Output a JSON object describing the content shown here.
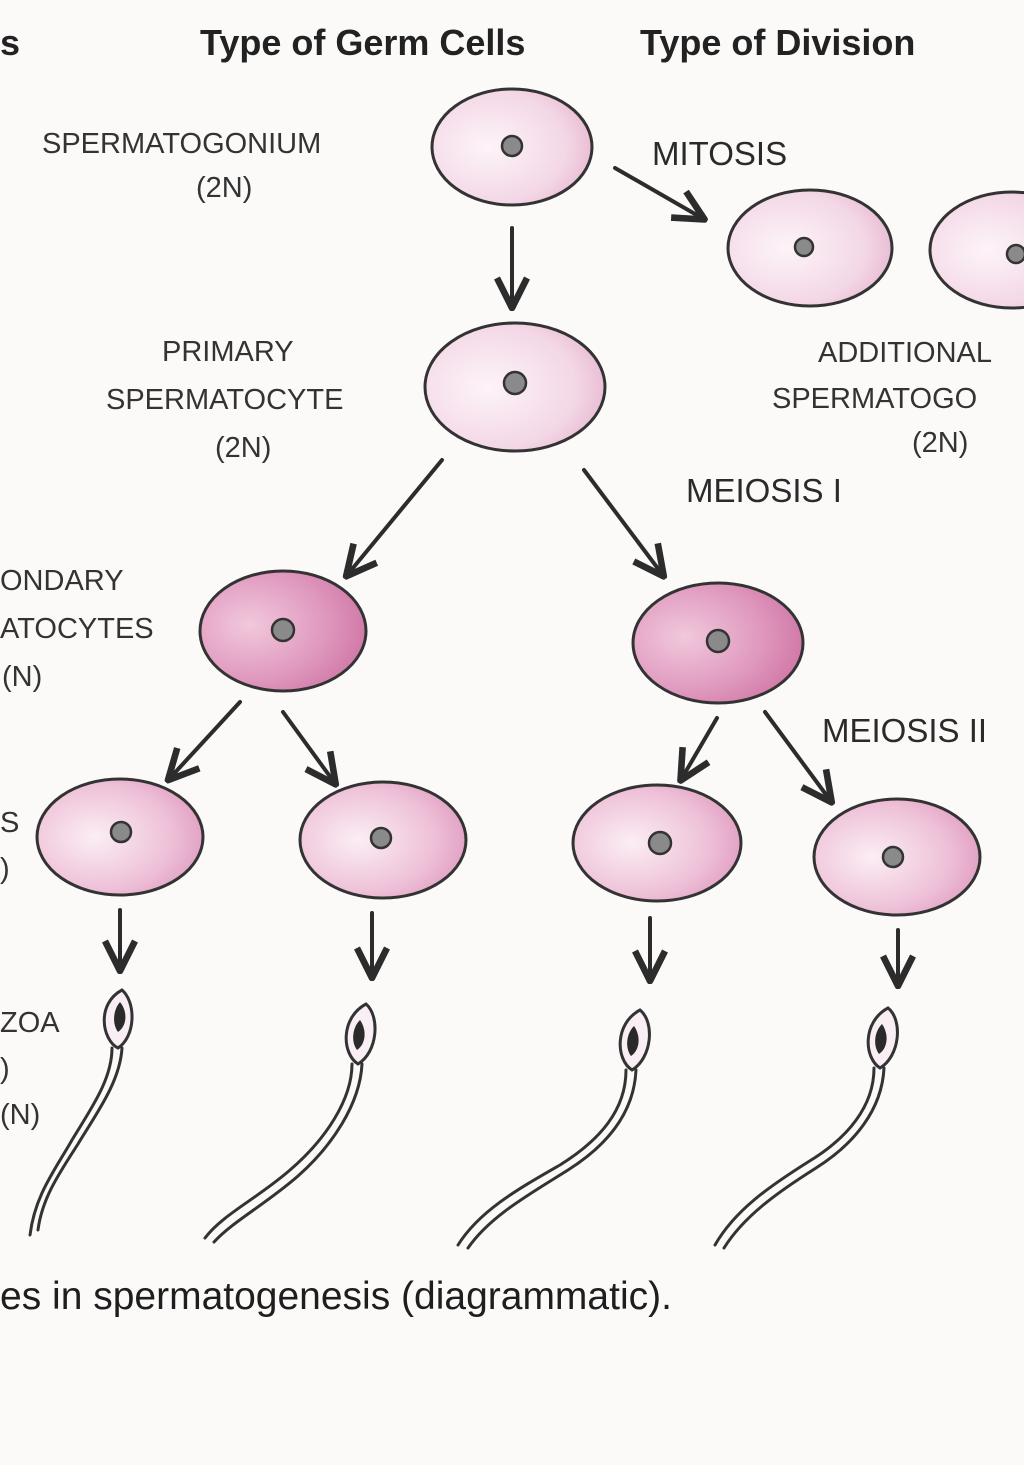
{
  "header": {
    "partial": "s",
    "germ_cells": "Type of Germ Cells",
    "division": "Type of Division"
  },
  "labels": {
    "spermatogonium": "SPERMATOGONIUM",
    "spermatogonium_ploidy": "(2N)",
    "primary_1": "PRIMARY",
    "primary_2": "SPERMATOCYTE",
    "primary_ploidy": "(2N)",
    "additional_1": "ADDITIONAL",
    "additional_2": "SPERMATOGO",
    "additional_ploidy": "(2N)",
    "secondary_1": "ONDARY",
    "secondary_2": "ATOCYTES",
    "secondary_ploidy": "(N)",
    "spermatid_1": "S",
    "spermatid_2": ")",
    "sperm_1": "ZOA",
    "sperm_2": ")",
    "sperm_ploidy": "(N)"
  },
  "divisions": {
    "mitosis": "MITOSIS",
    "meiosis1": "MEIOSIS I",
    "meiosis2": "MEIOSIS II"
  },
  "caption": "es in spermatogenesis (diagrammatic).",
  "colors": {
    "cell_light": "#f7e3ee",
    "cell_mid": "#eec4da",
    "cell_dark": "#d98ab3",
    "nucleus": "#8a8a8a"
  }
}
